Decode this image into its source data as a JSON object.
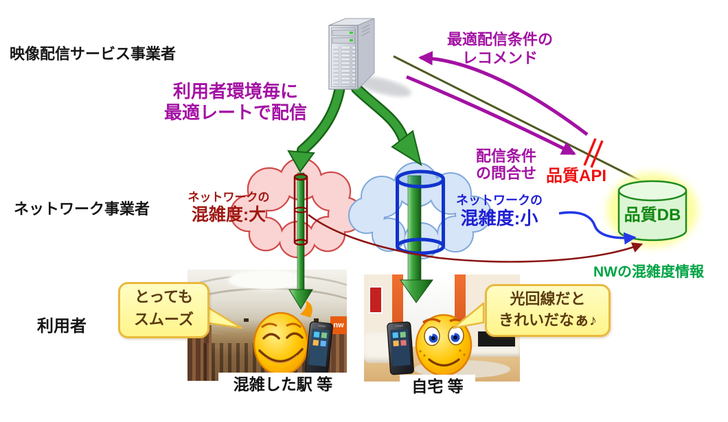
{
  "diagram": {
    "actors": {
      "provider_label": "映像配信サービス事業者",
      "network_label": "ネットワーク事業者",
      "user_label": "利用者"
    },
    "annotations": {
      "delivery_line1": "利用者環境毎に",
      "delivery_line2": "最適レートで配信",
      "recommend_line1": "最適配信条件の",
      "recommend_line2": "レコメンド",
      "inquiry_line1": "配信条件",
      "inquiry_line2": "の問合せ",
      "quality_api": "品質API",
      "quality_db": "品質DB",
      "nw_info": "NWの混雑度情報",
      "congestion_heavy_line1": "ネットワークの",
      "congestion_heavy_line2": "混雑度:大",
      "congestion_light_line1": "ネットワークの",
      "congestion_light_line2": "混雑度:小"
    },
    "bubbles": {
      "left_line1": "とっても",
      "left_line2": "スムーズ",
      "right_line1": "光回線だと",
      "right_line2": "きれいだなぁ♪"
    },
    "captions": {
      "station": "混雑した駅 等",
      "home": "自宅 等"
    },
    "photo_texts": {
      "station_banner": "nw"
    },
    "icons": {
      "server": "server-tower-icon",
      "database": "database-cylinder-icon",
      "congested_network": "pink-cloud-icon",
      "clear_network": "blue-cloud-icon",
      "user_station": "smiley-happy-closed-eyes-icon",
      "user_home": "smiley-happy-open-eyes-icon",
      "phone": "smartphone-icon",
      "blocked_mark": "red-double-slash-icon"
    },
    "colors": {
      "purple": "#A311A3",
      "dark_red_text": "#9E1812",
      "dark_red_arrow": "#8B1515",
      "bright_red": "#EE1111",
      "blue_text": "#1F1FD4",
      "blue_arrow": "#2438E8",
      "green_text": "#00A344",
      "db_text_green": "#128712",
      "arrow_green": "#37A037",
      "olive_line": "#4F5A20",
      "bubble_fill": "#FFF9A0",
      "bubble_border": "#E9B93E"
    }
  }
}
